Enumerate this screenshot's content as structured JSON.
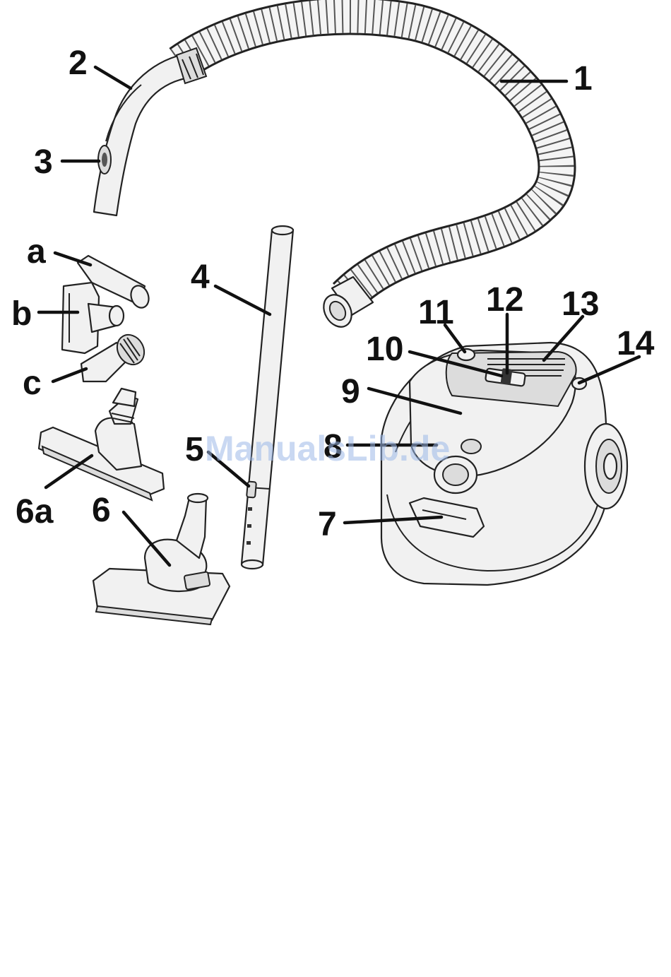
{
  "labels": {
    "hose": "1",
    "handle": "2",
    "suction_control": "3",
    "tube": "4",
    "tube_lock": "5",
    "floor_nozzle": "6",
    "parquet_nozzle": "6a",
    "carry_handle": "7",
    "hose_socket": "8",
    "dust_cover": "9",
    "cord_rewind_button": "10",
    "on_off_switch": "11",
    "power_control": "12",
    "exhaust_filter_grille": "13",
    "bag_indicator": "14",
    "crevice_tool": "a",
    "upholstery_tool": "b",
    "dusting_brush": "c"
  },
  "watermark": "ManualsLib.de",
  "colors": {
    "line": "#222222",
    "fill": "#f1f1f1",
    "watermark": "#9db9e8"
  }
}
